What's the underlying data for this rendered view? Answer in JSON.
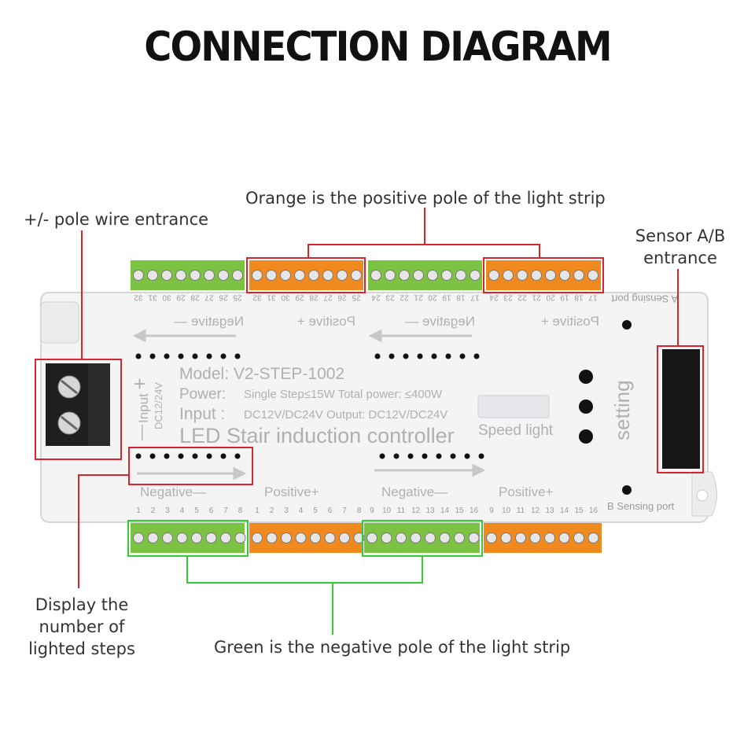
{
  "title": "CONNECTION DIAGRAM",
  "callouts": {
    "orange": "Orange is the positive pole of the light strip",
    "wire": "+/- pole wire entrance",
    "sensor_line1": "Sensor A/B",
    "sensor_line2": "entrance",
    "display_line1": "Display the",
    "display_line2": "number of",
    "display_line3": "lighted steps",
    "green": "Green is the negative pole of the light strip"
  },
  "device": {
    "model": "Model: V2-STEP-1002",
    "power_prefix": "Power:",
    "power_detail": "Single Step≤15W Total power: ≤400W",
    "input_prefix": "Input :",
    "input_detail": "DC12V/DC24V Output: DC12V/DC24V",
    "product": "LED Stair induction controller",
    "speed": "Speed light",
    "setting": "setting",
    "input_side": "Input",
    "input_side_voltage": "DC12/24V",
    "plus": "+",
    "minus": "—",
    "a_port": "A Sensing port",
    "b_port": "B Sensing port",
    "top_labels": [
      "Negative —",
      "Positive +",
      "Negative —",
      "Positive +"
    ],
    "bottom_labels": [
      "Negative—",
      "Positive+",
      "Negative—",
      "Positive+"
    ],
    "top_numbers": [
      [
        "32",
        "31",
        "30",
        "29",
        "28",
        "27",
        "26",
        "25"
      ],
      [
        "32",
        "31",
        "30",
        "29",
        "28",
        "27",
        "26",
        "25"
      ],
      [
        "24",
        "23",
        "22",
        "21",
        "20",
        "19",
        "18",
        "17"
      ],
      [
        "24",
        "23",
        "22",
        "21",
        "20",
        "19",
        "18",
        "17"
      ]
    ],
    "bottom_numbers": [
      [
        "1",
        "2",
        "3",
        "4",
        "5",
        "6",
        "7",
        "8"
      ],
      [
        "1",
        "2",
        "3",
        "4",
        "5",
        "6",
        "7",
        "8"
      ],
      [
        "9",
        "10",
        "11",
        "12",
        "13",
        "14",
        "15",
        "16"
      ],
      [
        "9",
        "10",
        "11",
        "12",
        "13",
        "14",
        "15",
        "16"
      ]
    ]
  },
  "colors": {
    "green_terminal": "#7cc243",
    "orange_terminal": "#f08a1e",
    "red_box": "#d9242b",
    "green_box": "#33cc33",
    "body": "#f4f4f4"
  }
}
